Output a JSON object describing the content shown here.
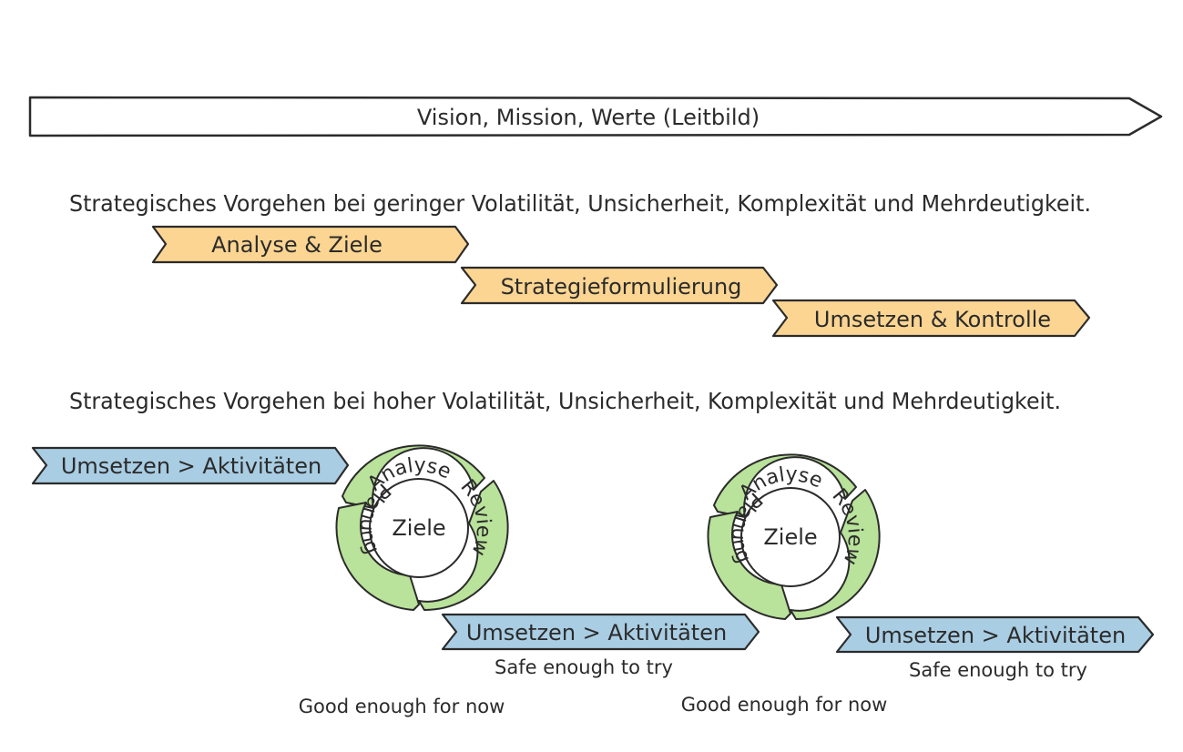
{
  "vision_bar": {
    "label": "Vision, Mission, Werte (Leitbild)"
  },
  "low_vuca": {
    "heading": "Strategisches Vorgehen bei geringer Volatilität, Unsicherheit, Komplexität und Mehrdeutigkeit.",
    "steps": [
      {
        "label": "Analyse & Ziele"
      },
      {
        "label": "Strategieformulierung"
      },
      {
        "label": "Umsetzen & Kontrolle"
      }
    ]
  },
  "high_vuca": {
    "heading": "Strategisches Vorgehen bei hoher Volatilität, Unsicherheit, Komplexität und Mehrdeutigkeit.",
    "actions": [
      {
        "label": "Umsetzen > Aktivitäten"
      },
      {
        "label": "Umsetzen > Aktivitäten"
      },
      {
        "label": "Umsetzen > Aktivitäten"
      }
    ],
    "cycles": [
      {
        "center": "Ziele",
        "segments": [
          "Analyse",
          "Review",
          "Planung"
        ]
      },
      {
        "center": "Ziele",
        "segments": [
          "Analyse",
          "Review",
          "Planung"
        ]
      }
    ],
    "notes": [
      {
        "text": "Safe enough to try"
      },
      {
        "text": "Safe enough to try"
      },
      {
        "text": "Good enough for now"
      },
      {
        "text": "Good enough for now"
      }
    ]
  },
  "colors": {
    "outline": "#2b2b2b",
    "orange_fill": "#fcd592",
    "blue_fill": "#a9cde3",
    "green_fill": "#b9e29a",
    "bar_fill": "#ffffff"
  }
}
